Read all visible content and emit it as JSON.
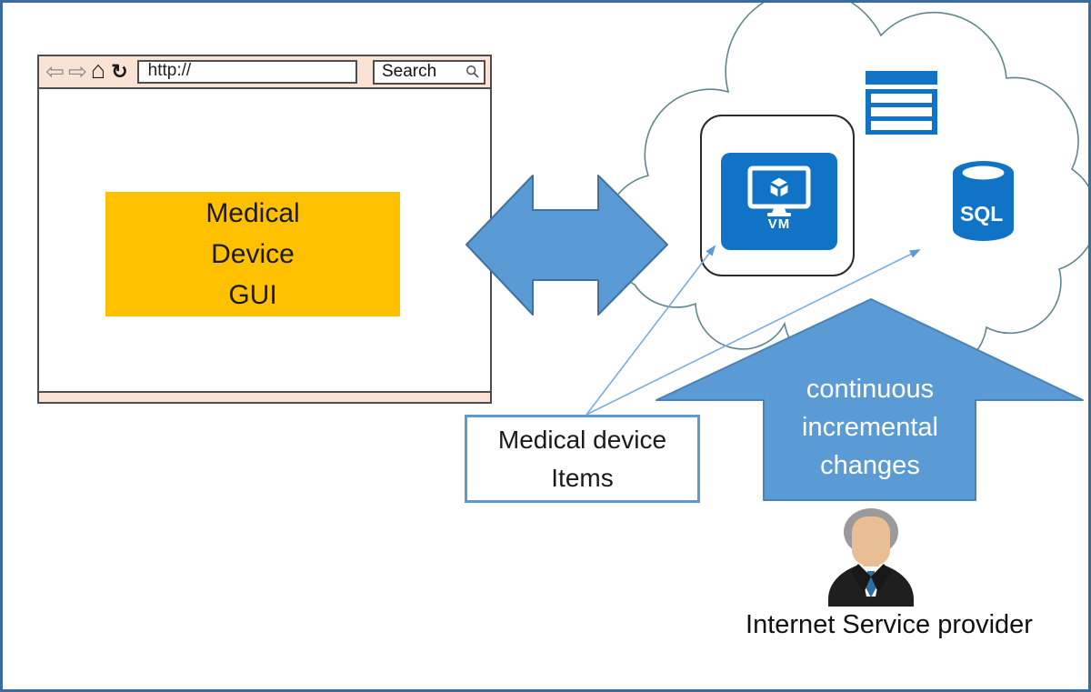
{
  "diagram": {
    "browser": {
      "url": "http://",
      "search_label": "Search",
      "icons": {
        "back": "⇦",
        "forward": "⇨",
        "home": "⌂",
        "refresh": "↻"
      },
      "gui_box": {
        "line1": "Medical",
        "line2": "Device",
        "line3": "GUI"
      }
    },
    "cloud": {
      "vm_label": "VM",
      "sql_label": "SQL"
    },
    "items_box": {
      "line1": "Medical device",
      "line2": "Items"
    },
    "big_arrow": {
      "line1": "continuous",
      "line2": "incremental",
      "line3": "changes"
    },
    "provider_label": "Internet Service provider",
    "colors": {
      "accent_blue": "#5B9BD5",
      "accent_blue_border": "#41719C",
      "icon_blue": "#1173C5",
      "gold": "#FFC000",
      "toolbar_peach": "#FAE3D4",
      "cloud_outline": "#5F868F",
      "frame_border": "#3A6C9E"
    }
  }
}
